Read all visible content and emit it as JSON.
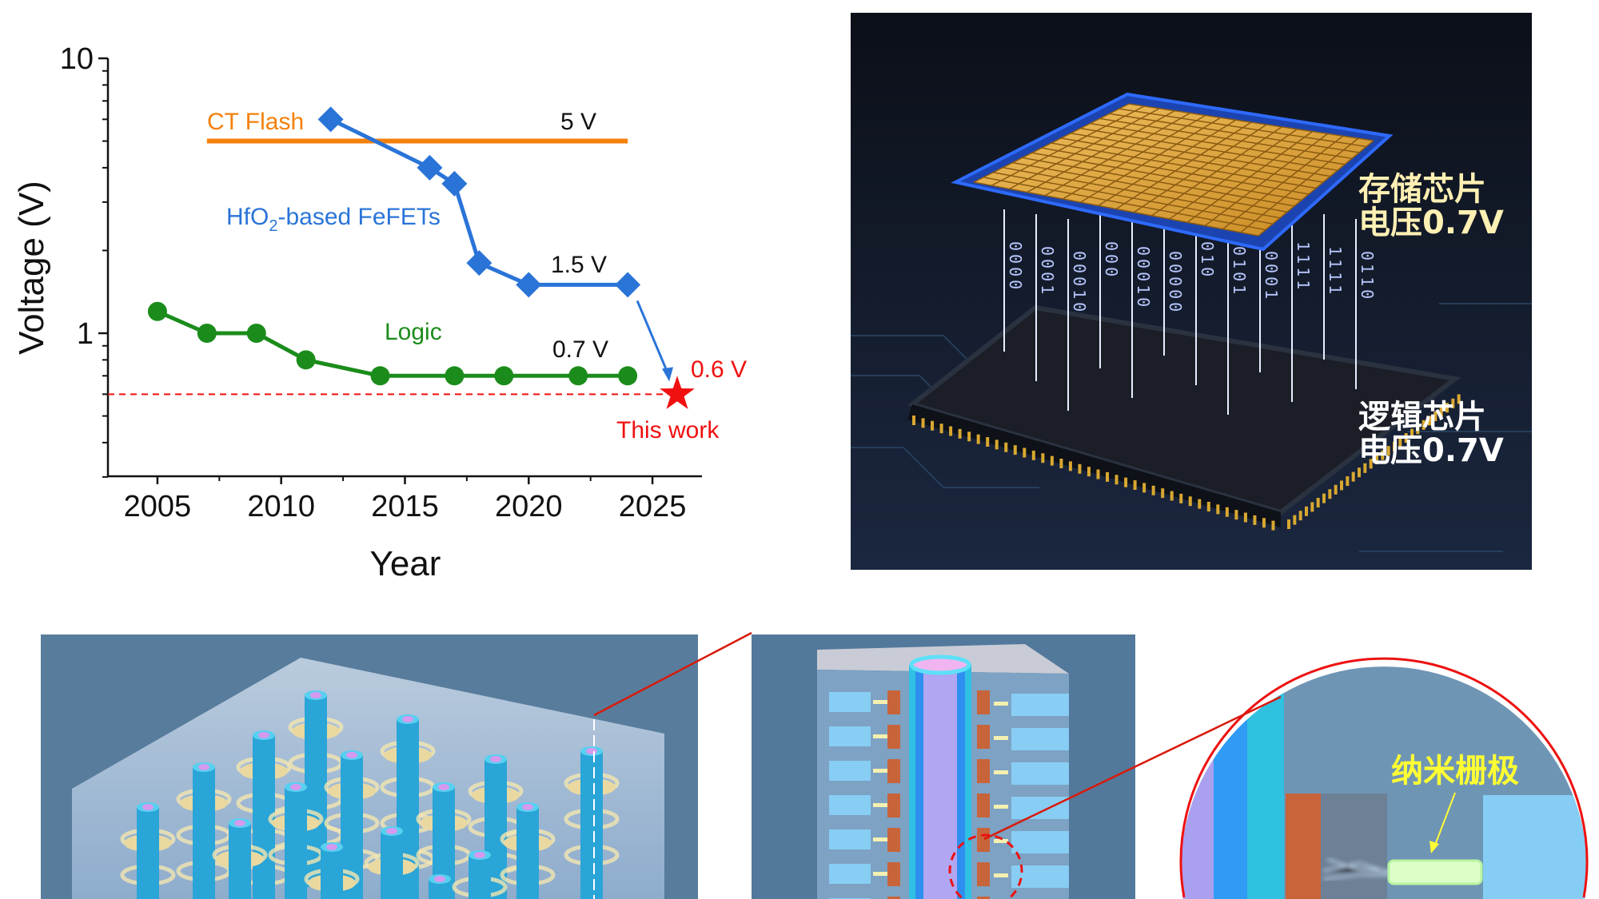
{
  "chart_data": {
    "type": "line",
    "title": "",
    "xlabel": "Year",
    "ylabel": "Voltage (V)",
    "xlim": [
      2003,
      2027
    ],
    "ylim": [
      0.3,
      10
    ],
    "yscale": "log",
    "xticks": [
      2005,
      2010,
      2015,
      2020,
      2025
    ],
    "yticks": [
      {
        "value": 1,
        "label": "1"
      },
      {
        "value": 10,
        "label": "10"
      }
    ],
    "grid": false,
    "series": [
      {
        "name": "CT Flash",
        "color": "#f4800c",
        "marker": "none",
        "x": [
          2007,
          2024
        ],
        "y": [
          5,
          5
        ]
      },
      {
        "name": "HfO2-based FeFETs",
        "color": "#2a74d8",
        "marker": "diamond",
        "x": [
          2012,
          2016,
          2017,
          2018,
          2020,
          2024
        ],
        "y": [
          6.0,
          4.0,
          3.5,
          1.8,
          1.5,
          1.5
        ]
      },
      {
        "name": "Logic",
        "color": "#1b8c1b",
        "marker": "circle",
        "x": [
          2005,
          2007,
          2009,
          2011,
          2014,
          2017,
          2019,
          2022,
          2024
        ],
        "y": [
          1.2,
          1.0,
          1.0,
          0.8,
          0.7,
          0.7,
          0.7,
          0.7,
          0.7
        ]
      },
      {
        "name": "This work",
        "color": "#f01010",
        "marker": "star",
        "x": [
          2026
        ],
        "y": [
          0.6
        ]
      }
    ],
    "reference_line": {
      "y": 0.6,
      "color": "#f01010",
      "style": "dashed"
    },
    "annotations": {
      "ct_flash": "CT Flash",
      "ct_flash_value": "5 V",
      "fefet_parts": [
        "HfO",
        "2",
        "-based FeFETs"
      ],
      "fefet_value": "1.5 V",
      "logic": "Logic",
      "logic_value": "0.7 V",
      "this_work_value": "0.6 V",
      "this_work": "This work"
    }
  },
  "illustrations": {
    "chip_stack": {
      "memory_label": "存储芯片",
      "memory_voltage": "电压0.7V",
      "logic_label": "逻辑芯片",
      "logic_voltage": "电压0.7V",
      "binary_streams": [
        "0000",
        "0001",
        "00010",
        "000",
        "00010",
        "00000",
        "010",
        "0101",
        "0001",
        "1111",
        "1111",
        "0110"
      ]
    },
    "zoom_detail": {
      "gate_label": "纳米栅极"
    }
  },
  "colors": {
    "memory_label": "#fff0b3",
    "logic_label": "#ffffff",
    "gate_label": "#ffff33"
  }
}
